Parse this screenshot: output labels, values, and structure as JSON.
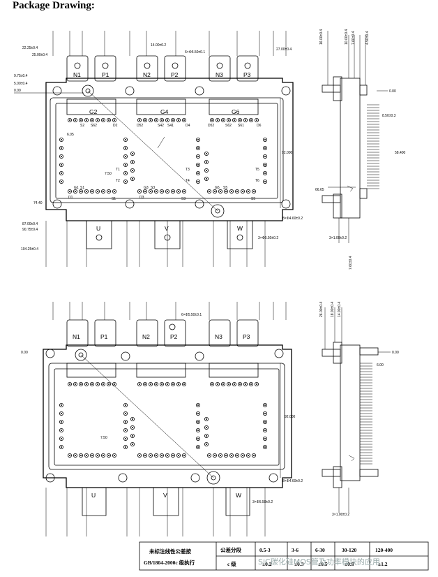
{
  "heading": "Package Drawing:",
  "top_view": {
    "pins_top": [
      "N1",
      "P1",
      "N2",
      "P2",
      "N3",
      "P3"
    ],
    "pins_bottom": [
      "U",
      "V",
      "W"
    ],
    "groups": [
      "G2",
      "G4",
      "G6"
    ],
    "row_labels": [
      "S2",
      "S62",
      "D2",
      "D52",
      "S42",
      "S41",
      "D4",
      "D52",
      "S62",
      "S61",
      "D6"
    ],
    "t_labels": [
      "T1",
      "T2",
      "T3",
      "T4",
      "T5",
      "T6"
    ],
    "bottom_row": [
      "G1",
      "S1",
      "G3",
      "S3",
      "G5",
      "S5"
    ],
    "s_labels": [
      "S1",
      "S3",
      "S5"
    ],
    "d_labels": [
      "D1",
      "D3"
    ],
    "dims": {
      "d1": "22.25±0.4",
      "d2": "25.00±0.4",
      "d3": "9.75±0.4",
      "d4": "5.00±0.4",
      "d5": "0.00",
      "d6": "6×Φ5.50±0.1",
      "d7": "14.00±0.2",
      "d8": "27.00±0.4",
      "d9": "92.000",
      "d10": "74.40",
      "d11": "87.00±0.4",
      "d12": "90.75±0.4",
      "d13": "104.25±0.4",
      "d14": "3×Φ5.50±0.2",
      "d15": "8×Φ4.60±0.2",
      "d16": "7.50",
      "d17": "6.05"
    }
  },
  "side_view": {
    "dims": {
      "s1": "16.00±0.4",
      "s2": "10.00±0.4",
      "s3": "7.60±0.4",
      "s4": "4.50±0.4",
      "s5": "0.00",
      "s6": "8.50±0.3",
      "s7": "58.400",
      "s8": "66.65",
      "s9": "3×1.00±0.2",
      "s10": "7.60±0.4"
    }
  },
  "bottom_view": {
    "pins_top": [
      "N1",
      "P1",
      "N2",
      "P2",
      "N3",
      "P3"
    ],
    "pins_bottom": [
      "U",
      "V",
      "W"
    ],
    "dims": {
      "b1": "6×Φ5.50±0.1",
      "b2": "0.00",
      "b3": "92.000",
      "b4": "8×Φ4.60±0.2",
      "b5": "3×Φ5.50±0.2",
      "b6": "7.50"
    }
  },
  "bottom_side_view": {
    "dims": {
      "e1": "26.00±0.4",
      "e2": "18.90±0.4",
      "e3": "14.90±0.4",
      "e4": "0.00",
      "e5": "6.00",
      "e6": "3×1.00±0.2"
    }
  },
  "tolerance_table": {
    "title1": "未标注线性公差按",
    "title2": "GB/1804-2000c 级执行",
    "header": "公差分段",
    "row_label": "c 级",
    "ranges": [
      "0.5-3",
      "3-6",
      "6-30",
      "30-120",
      "120-400"
    ],
    "values": [
      "±0.2",
      "±0.3",
      "±0.5",
      "±0.8",
      "±1.2"
    ]
  },
  "watermark": "SiC碳化硅MOS管及功率模块的应用"
}
